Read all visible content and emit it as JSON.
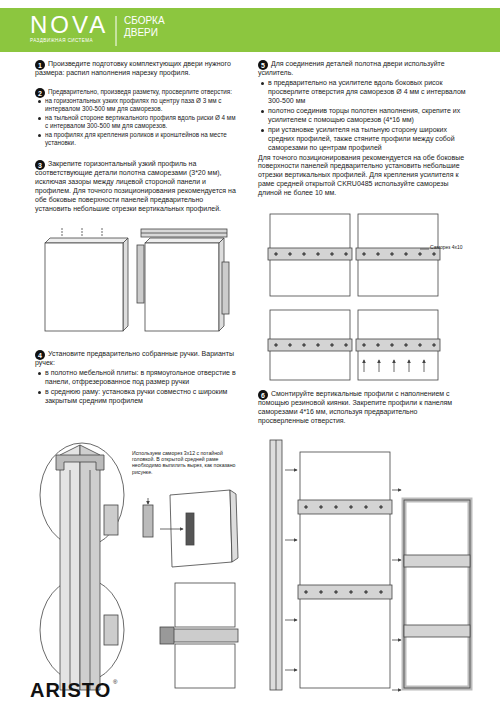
{
  "diagram": {
    "title": "СБОРКА ДВЕРИ",
    "nodes": [
      {
        "text": [
          "1"
        ]
      },
      {
        "text": [
          "2"
        ]
      },
      {
        "text": [
          "3"
        ]
      },
      {
        "text": [
          "4"
        ]
      },
      {
        "text": [
          "5"
        ]
      },
      {
        "text": [
          "6"
        ]
      }
    ],
    "labels": [
      "NOVA",
      "РАЗДВИЖНАЯ СИСТЕМА",
      "Произведите подготовку комплектующих двери нужного размера: распил наполнения нарезку профиля.",
      "Предварительно, произведя разметку, просверлите отверстия:",
      "на горизонтальных узких профилях по центру паза Ø 3 мм с интервалом 300-500 мм для саморезов.",
      "на тыльной стороне вертикального профиля вдоль риски Ø 4 мм с интервалом 300-500 мм для саморезов.",
      "на профилях для крепления роликов и кронштейнов на месте установки.",
      "Закрепите горизонтальный узкий профиль на соответствующие детали полотна саморезами (3*20 мм), исключая зазоры между лицевой стороной панели и профилем. Для точного позиционирования рекомендуется на обе боковые поверхности панелей предварительно установить небольшие отрезки вертикальных профилей.",
      "Установите предварительно собранные ручки. Варианты ручек:",
      "в полотно мебельной плиты: в прямоугольное отверстие в панели, отфрезерованное под размер ручки",
      "в среднюю раму: установка ручки совместно с широким закрытым средним профилем",
      "Используем саморез 3х12 с потайной головкой. В открытой средней раме необходимо выпилить вырез, как показано рисунке.",
      "Для соединения деталей полотна двери используйте усилитель.",
      "в предварительно на усилителе вдоль боковых рисок просверлите отверстия для саморезов Ø 4 мм с интервалом 300-500 мм",
      "полотно соединив торцы полотен наполнения, скрепите их усилителем с помощью саморезов (4*16 мм)",
      "при установке усилителя на тыльную сторону широких средних профилей, также стяните профили между собой саморезами по центрам профилей",
      "Для точного позиционирования рекомендуется на обе боковые поверхности панелей предварительно установить небольшие отрезки вертикальных профилей. Для крепления усилителя к раме средней открытой CKRU0485 используйте саморезы длиной не более 10 мм.",
      "Саморез 4х10",
      "Смонтируйте вертикальные профили с наполнением с помощью резиновой киянки. Закрепите профили к панелям саморезами 4*16 мм, используя предварительно просверленные отверстия.",
      "ARISTO",
      "®"
    ]
  }
}
